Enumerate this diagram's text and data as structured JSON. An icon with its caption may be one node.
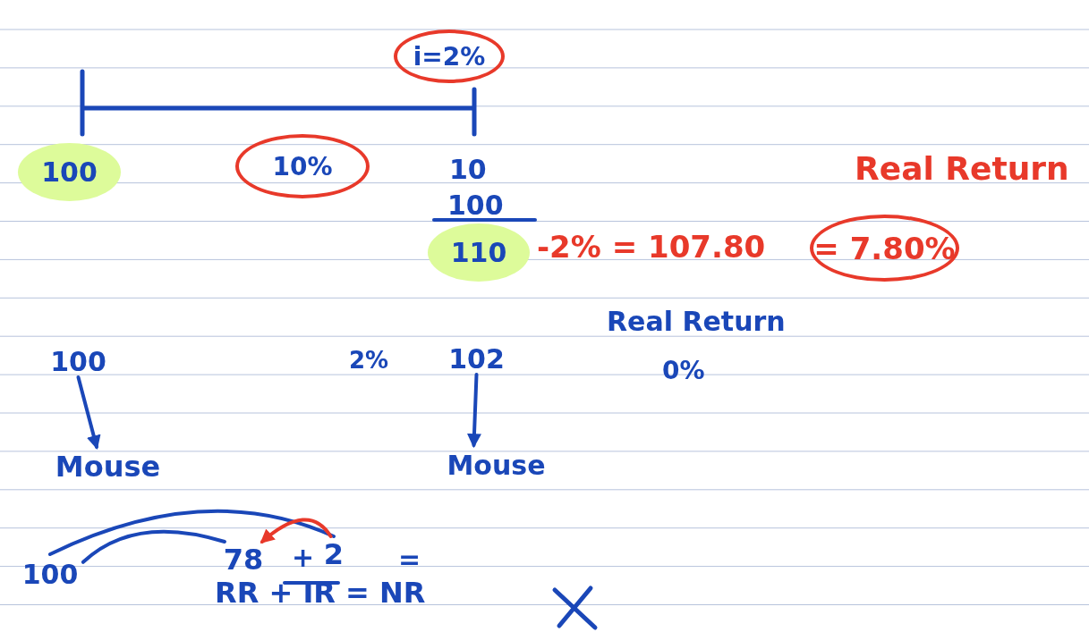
{
  "diagram": {
    "nodes": [
      {
        "text": [
          "100"
        ]
      },
      {
        "text": [
          "10%"
        ]
      },
      {
        "text": [
          "i=2%"
        ]
      },
      {
        "text": [
          "110"
        ]
      },
      {
        "text": [
          "= 7.80%"
        ]
      },
      {
        "text": [
          "100"
        ]
      },
      {
        "text": [
          "Mouse"
        ]
      },
      {
        "text": [
          "102"
        ]
      },
      {
        "text": [
          "Mouse"
        ]
      },
      {
        "text": [
          "100"
        ]
      },
      {
        "text": [
          "78"
        ]
      },
      {
        "text": [
          "2"
        ]
      }
    ],
    "edges": [
      {
        "from": 5,
        "to": 6,
        "arrow": "to"
      },
      {
        "from": 7,
        "to": 8,
        "arrow": "to"
      },
      {
        "from": 9,
        "to": 10,
        "arrow": "none"
      },
      {
        "from": 9,
        "to": 11,
        "arrow": "none"
      },
      {
        "from": 11,
        "to": 10,
        "arrow": "to",
        "color": "#e8392a"
      }
    ],
    "labels": [
      "Real Return",
      "10",
      "100",
      "-2% = 107.80",
      "Real Return",
      "0%",
      "2%",
      "+",
      "=",
      "RR + IR = NR"
    ]
  }
}
